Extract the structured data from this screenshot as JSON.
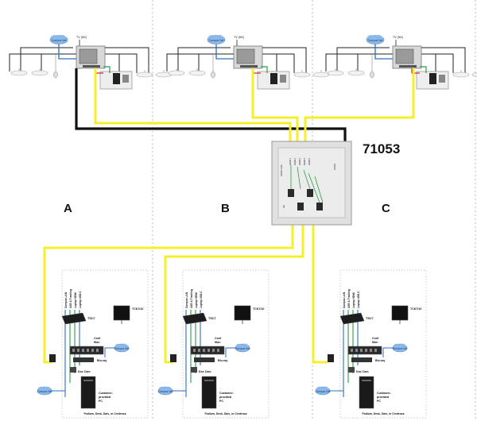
{
  "model_number": "71053",
  "zones": [
    {
      "id": "A",
      "label": "A"
    },
    {
      "id": "B",
      "label": "B"
    },
    {
      "id": "C",
      "label": "C"
    }
  ],
  "top_room": {
    "tv_label": "TV (HD)",
    "cloud_label": "Campus Net"
  },
  "hub_ports": {
    "top": [
      "HDMI 1",
      "HDMI 2",
      "HDMI 3",
      "HDMI 4",
      "HDMI 5"
    ],
    "side": "IN/OUT AUX",
    "right": "RS232",
    "logo": "ofs"
  },
  "lectern": {
    "tsc_label": "TSC7",
    "touch_label": "TCK7/10",
    "conf_label": "Conf",
    "mon_label": "Mon",
    "bluray_label": "Blu-ray",
    "doccam_label": "Doc Cam",
    "pc_label": "Customer-provided PC",
    "pc_lines": [
      "Customer-",
      "provided",
      "PC"
    ],
    "campus_net_label": "Campus Net",
    "podium_label": "Podium, Desk, Dais, or Credenza",
    "vertical_labels": [
      "Campus LAN",
      "USB & Tracking",
      "Laptop HDMI",
      "Laptop USB-C"
    ]
  },
  "colors": {
    "cable_yellow": "#f5ef2a",
    "cable_black": "#111111",
    "cloud_blue": "#8ab8ea",
    "wire_blue": "#2f6fc0",
    "wire_green": "#2f9a4a",
    "wire_red": "#d42a2a"
  }
}
